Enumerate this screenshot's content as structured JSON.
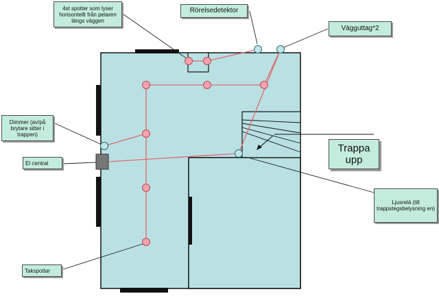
{
  "labels": {
    "spots_fyra": "4st spotter som lyser horisontellt från pelaren längs väggen",
    "rorelsedetektor": "Rörelsedetektor",
    "vagguttag": "Vägguttag*2",
    "dimmer": "Dimmer (av/på brytare sitter i trappen)",
    "el_central": "El central",
    "trappa": "Trappa upp",
    "ljusrela": "Ljusrelä (till trappstegsbelysning en)",
    "takspottar": "Takspottar"
  },
  "colors": {
    "room_fill": "#b9e1e4",
    "wall": "#111111",
    "wire": "#e06a6a",
    "spot_fill": "#f6a3ac",
    "outlet_fill": "#bfe6e8",
    "label_fill": "#c3ecdc",
    "central_fill": "#777777"
  }
}
